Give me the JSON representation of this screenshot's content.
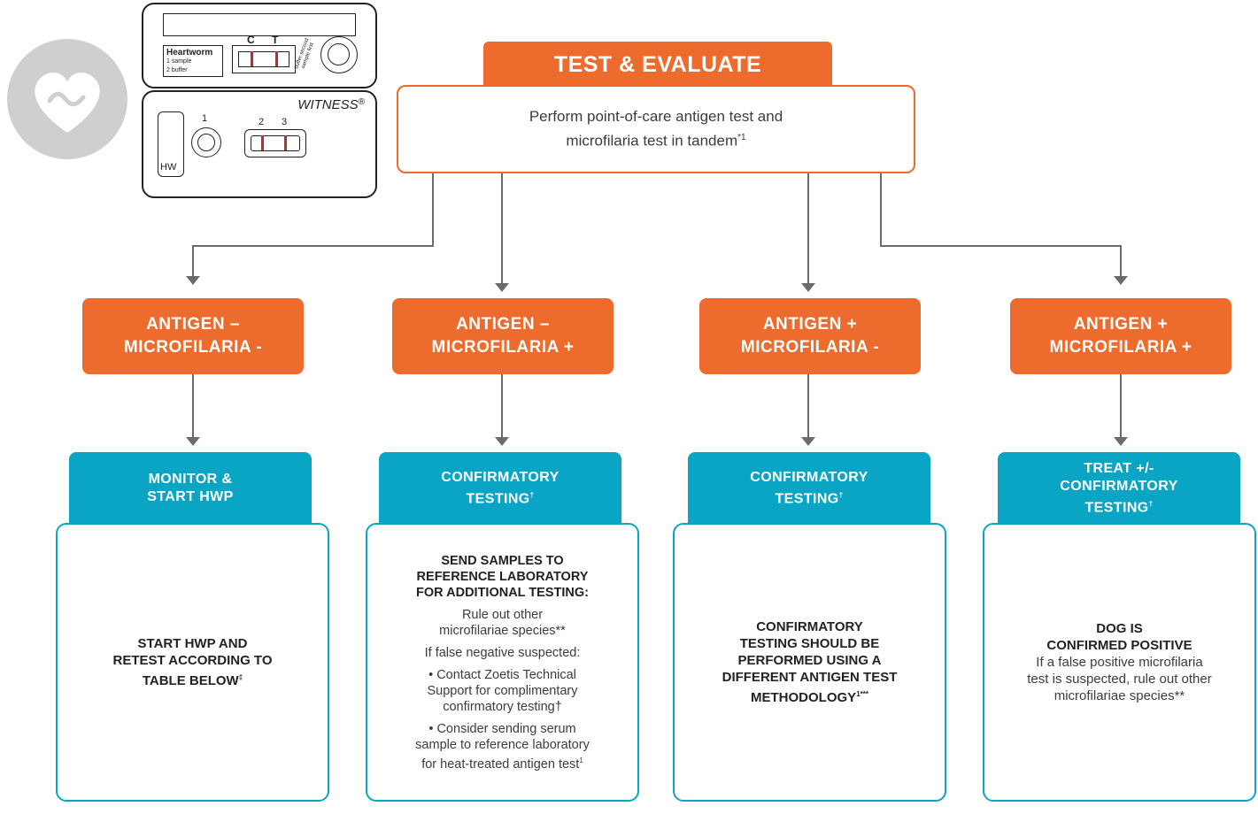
{
  "header": {
    "title": "TEST & EVALUATE",
    "line1": "Perform point-of-care antigen test and",
    "line2": "microfilaria test in tandem",
    "line2_sup": "*1"
  },
  "device": {
    "label_top": "Heartworm",
    "label_sample": "1 sample",
    "label_buffer": "2 buffer",
    "c_label": "C",
    "t_label": "T",
    "side_text": "buffer second sample first",
    "brand": "WITNESS",
    "brand_mark": "®",
    "n1": "1",
    "n2": "2",
    "n3": "3",
    "hw": "HW"
  },
  "results": [
    {
      "line1": "ANTIGEN –",
      "line2": "MICROFILARIA -"
    },
    {
      "line1": "ANTIGEN –",
      "line2": "MICROFILARIA +"
    },
    {
      "line1": "ANTIGEN +",
      "line2": "MICROFILARIA -"
    },
    {
      "line1": "ANTIGEN +",
      "line2": "MICROFILARIA +"
    }
  ],
  "actions": [
    {
      "line1": "MONITOR &",
      "line2": "START HWP",
      "line3": "",
      "sup": ""
    },
    {
      "line1": "CONFIRMATORY",
      "line2": "TESTING",
      "line3": "",
      "sup": "†"
    },
    {
      "line1": "CONFIRMATORY",
      "line2": "TESTING",
      "line3": "",
      "sup": "†"
    },
    {
      "line1": "TREAT +/-",
      "line2": "CONFIRMATORY",
      "line3": "TESTING",
      "sup": "†"
    }
  ],
  "panels": {
    "p1": {
      "bold1": "START HWP AND",
      "bold2": "RETEST ACCORDING TO",
      "bold3": "TABLE BELOW",
      "sup": "‡"
    },
    "p2": {
      "bold1": "SEND SAMPLES TO",
      "bold2": "REFERENCE LABORATORY",
      "bold3": "FOR ADDITIONAL TESTING:",
      "t1": "Rule out other",
      "t2": "microfilariae species**",
      "t3": "If false negative suspected:",
      "t4": "• Contact Zoetis Technical",
      "t5": "Support for complimentary",
      "t6": "confirmatory testing†",
      "t7": "• Consider sending serum",
      "t8": "sample to reference laboratory",
      "t9": "for heat-treated antigen test",
      "t9_sup": "1"
    },
    "p3": {
      "bold1": "CONFIRMATORY",
      "bold2": "TESTING SHOULD BE",
      "bold3": "PERFORMED USING A",
      "bold4": "DIFFERENT ANTIGEN TEST",
      "bold5": "METHODOLOGY",
      "sup": "1***"
    },
    "p4": {
      "bold1": "DOG IS",
      "bold2": "CONFIRMED POSITIVE",
      "t1": "If a false positive microfilaria",
      "t2": "test is suspected, rule out other",
      "t3": "microfilariae species**"
    }
  },
  "colors": {
    "orange": "#ec6b2d",
    "teal": "#0aa5c4",
    "connector": "#6b6b6b",
    "heart_bg": "#cfcfcf"
  },
  "icons": [
    "heart-icon",
    "test-kit-illustration"
  ]
}
